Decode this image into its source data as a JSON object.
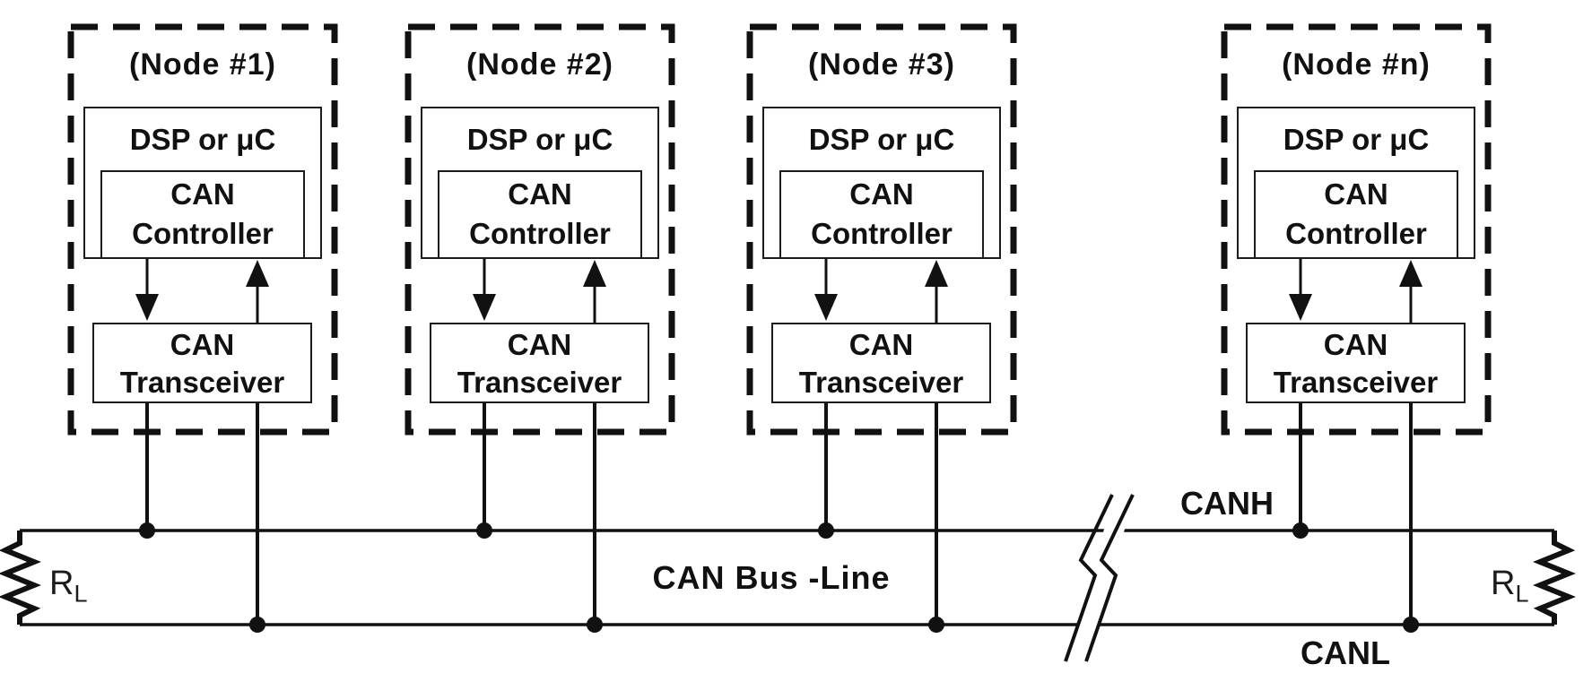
{
  "diagram": {
    "bus_label": "CAN Bus -Line",
    "canh_label": "CANH",
    "canl_label": "CANL",
    "terminators": {
      "left": {
        "label": "R",
        "sub": "L"
      },
      "right": {
        "label": "R",
        "sub": "L"
      }
    },
    "colors": {
      "ink": "#111111",
      "background": "#ffffff"
    }
  },
  "nodes": [
    {
      "title": "(Node #1)",
      "dsp": "DSP or μC",
      "controller_line1": "CAN",
      "controller_line2": "Controller",
      "transceiver_line1": "CAN",
      "transceiver_line2": "Transceiver"
    },
    {
      "title": "(Node #2)",
      "dsp": "DSP or μC",
      "controller_line1": "CAN",
      "controller_line2": "Controller",
      "transceiver_line1": "CAN",
      "transceiver_line2": "Transceiver"
    },
    {
      "title": "(Node #3)",
      "dsp": "DSP or μC",
      "controller_line1": "CAN",
      "controller_line2": "Controller",
      "transceiver_line1": "CAN",
      "transceiver_line2": "Transceiver"
    },
    {
      "title": "(Node #n)",
      "dsp": "DSP or μC",
      "controller_line1": "CAN",
      "controller_line2": "Controller",
      "transceiver_line1": "CAN",
      "transceiver_line2": "Transceiver"
    }
  ]
}
